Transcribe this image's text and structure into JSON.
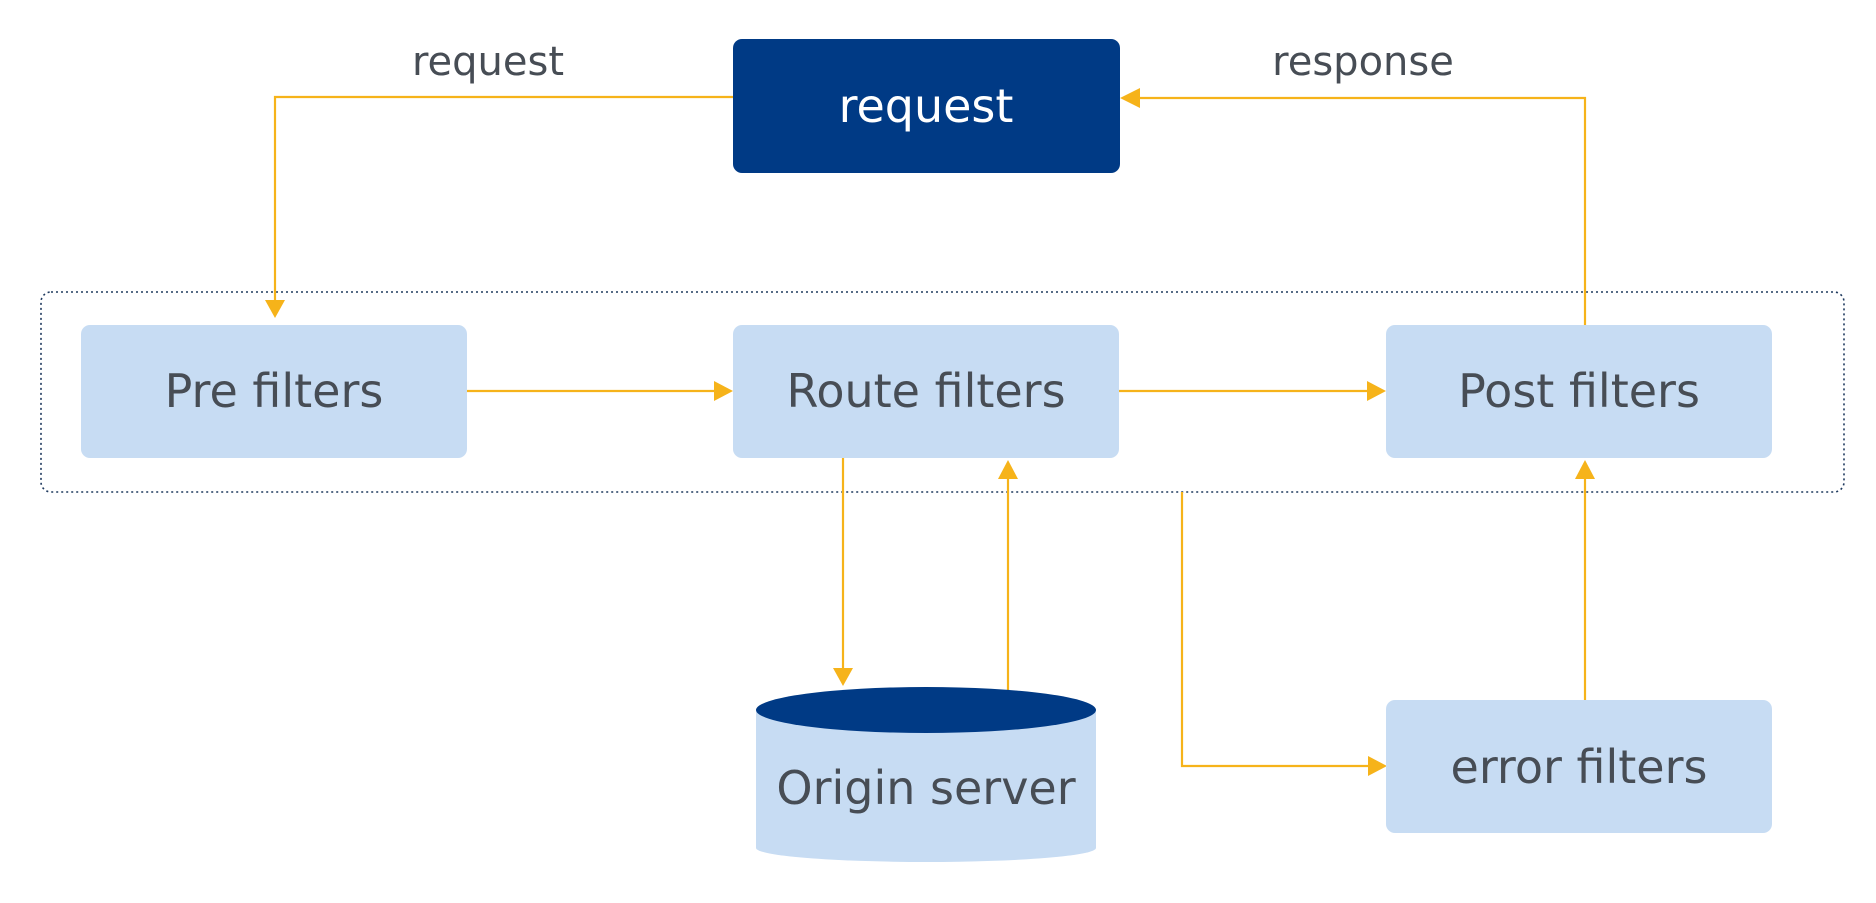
{
  "nodes": {
    "client": {
      "label": "request"
    },
    "pre": {
      "label": "Pre filters"
    },
    "route": {
      "label": "Route filters"
    },
    "post": {
      "label": "Post filters"
    },
    "origin": {
      "label": "Origin server"
    },
    "error": {
      "label": "error filters"
    }
  },
  "edges": {
    "incoming": {
      "label": "request"
    },
    "outgoing": {
      "label": "response"
    }
  },
  "colors": {
    "dark_box": "#003a85",
    "light_box": "#c7dcf3",
    "arrow": "#f6b31a",
    "text": "#474d55",
    "group_border": "#1f3a5f"
  }
}
